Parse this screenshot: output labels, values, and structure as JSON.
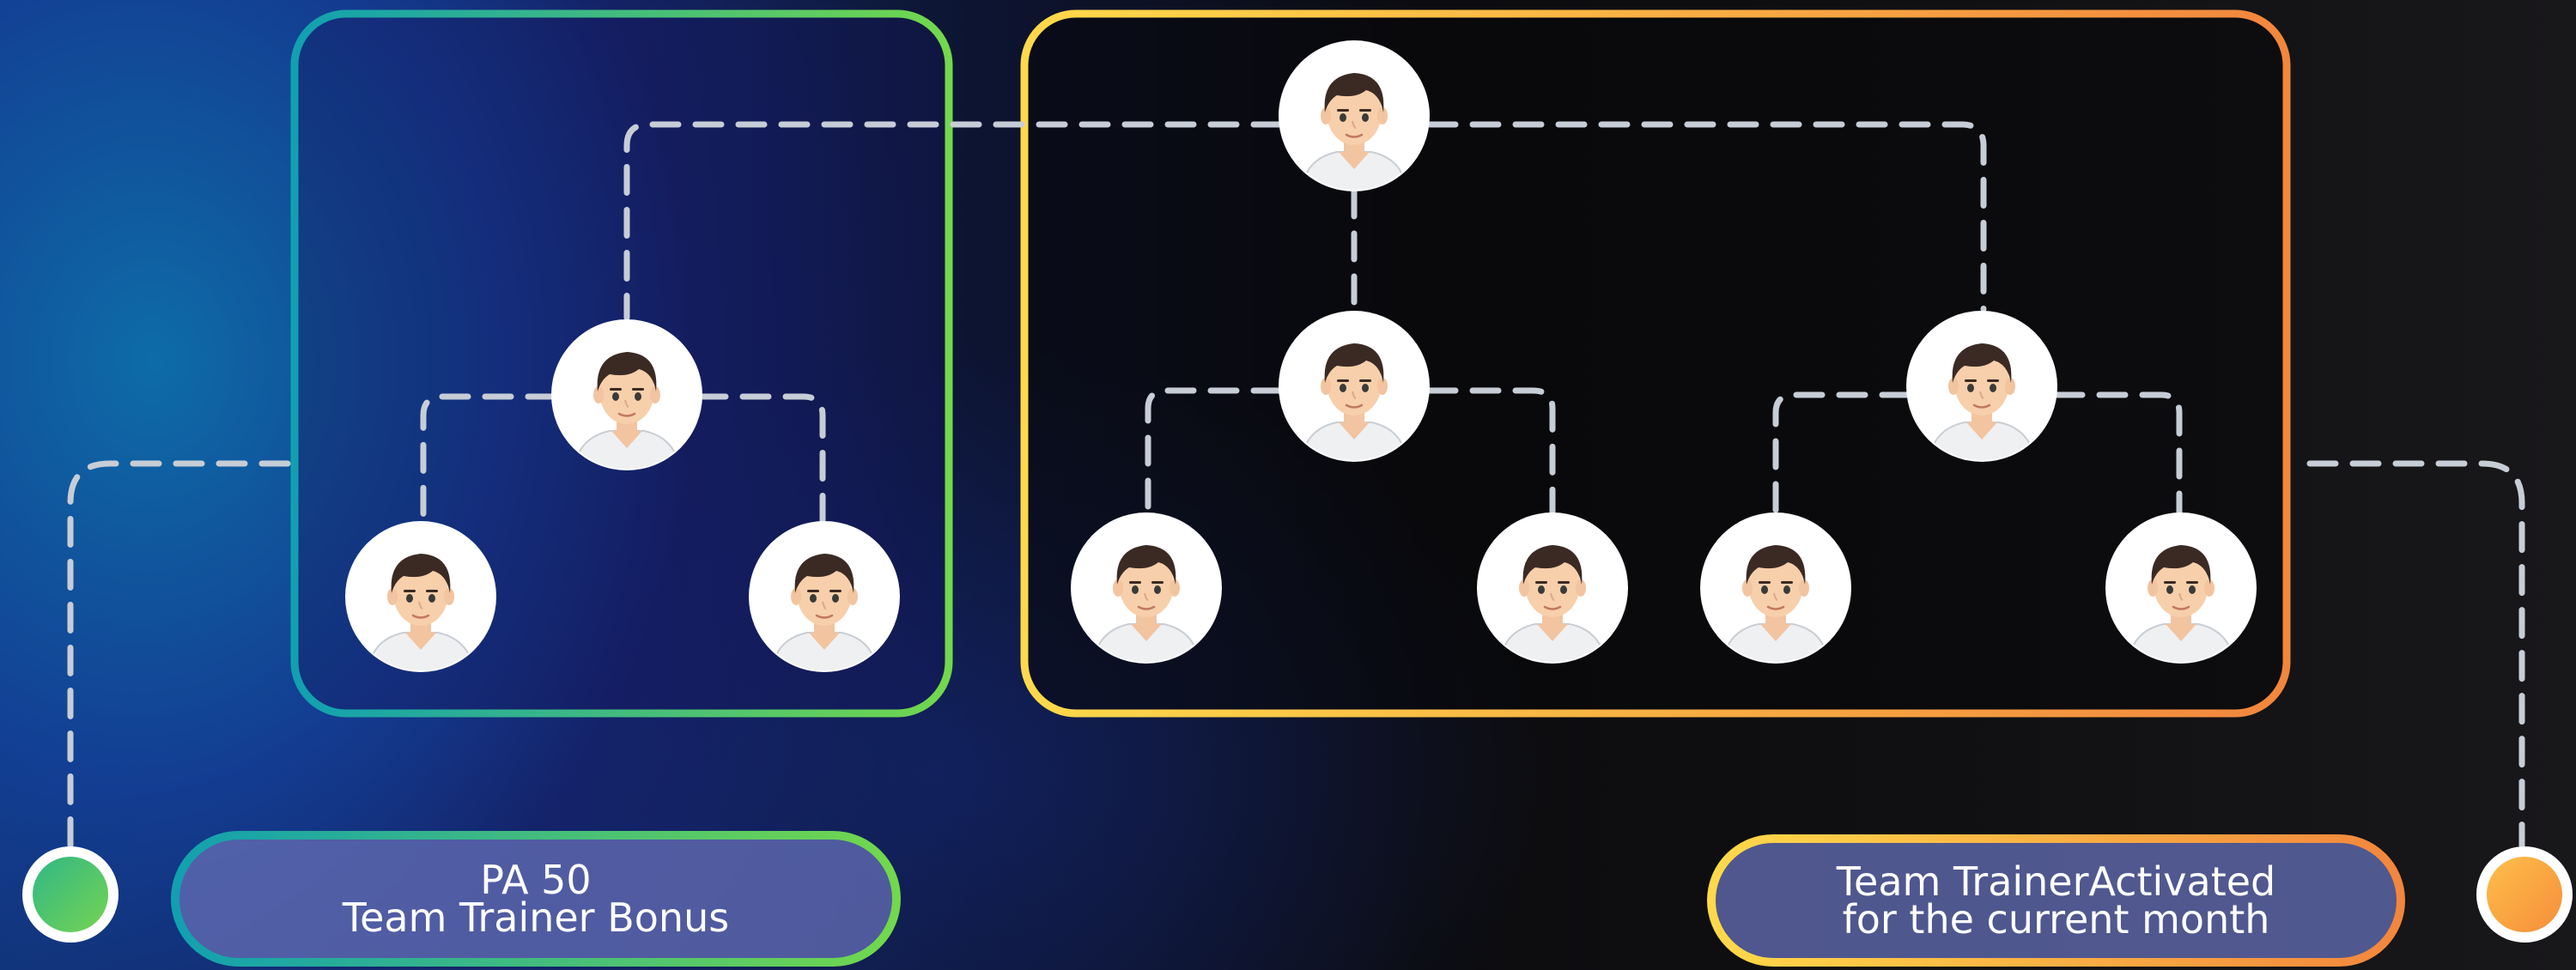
{
  "diagram": {
    "left_label": {
      "line1": "PA 50",
      "line2": "Team Trainer Bonus"
    },
    "right_label": {
      "line1": "Team TrainerActivated",
      "line2": "for the current month"
    },
    "colors": {
      "left_gradient_start": "#1aa6a6",
      "left_gradient_end": "#6fd64e",
      "right_gradient_start": "#ffd84a",
      "right_gradient_end": "#f58a3c",
      "connector": "#c7cdd6"
    }
  }
}
